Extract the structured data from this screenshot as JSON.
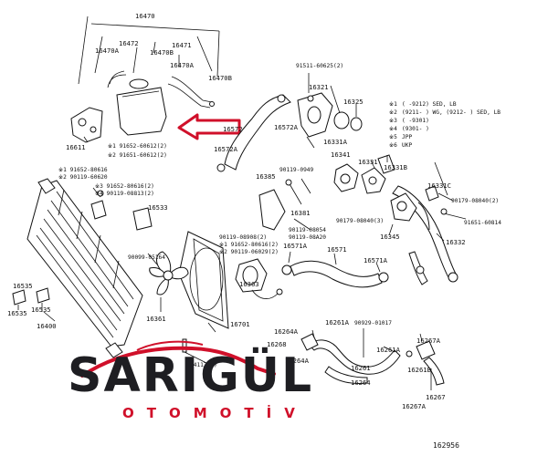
{
  "diagram": {
    "labels": {
      "l16470": "16470",
      "l16472": "16472",
      "l16471": "16471",
      "l16470A": "16470A",
      "l16470B": "16470B",
      "l16470A2": "16470A",
      "l16470B2": "16470B",
      "l16611": "16611",
      "l91652a": "91652-60612(2)",
      "l91651a": "91651-60612(2)",
      "l91511": "91511-60625(2)",
      "l16321": "16321",
      "l16325": "16325",
      "l16572": "16572",
      "l16572A": "16572A",
      "l16572A2": "16572A",
      "l16331A": "16331A",
      "l16331": "16331",
      "l16331B": "16331B",
      "l16341": "16341",
      "l90119_0949": "90119-0949",
      "l16385": "16385",
      "l91652b": "91652-80616",
      "l91901": "90119-60620",
      "l91652c": "91652-80616(2)",
      "l90119_0881": "90119-08813(2)",
      "l16533": "16533",
      "l16381": "16381",
      "l90119_0854": "90119-08054",
      "l90119_08A20": "90119-08A20",
      "l90179": "90179-08040(3)",
      "l16345": "16345",
      "l16331C": "16331C",
      "l90179b": "90179-08040(2)",
      "l91651_60814": "91651-60814",
      "l16332": "16332",
      "l90119_0890": "90119-08908(2)",
      "l91652d": "91652-80616(2)",
      "l90119_0629": "90119-06029(2)",
      "l16571A": "16571A",
      "l16571": "16571",
      "l16571A2": "16571A",
      "l90099": "90099-05164",
      "l16363": "16363",
      "l16535a": "16535",
      "l16535b": "16535",
      "l16400": "16400",
      "l16361": "16361",
      "l16701": "16701",
      "l16261A": "16261A",
      "l90929": "90929-01017",
      "l16264A": "16264A",
      "l16268": "16268",
      "l16264A2": "16264A",
      "l16261": "16261",
      "l16261A2": "16261A",
      "l16267A": "16267A",
      "l16261B": "16261B",
      "l16264": "16264",
      "l16267": "16267",
      "l16267A2": "16267A",
      "l04117": "04117(3)"
    },
    "legend": [
      {
        "mark": "※1",
        "text": "(   -9212) SED, LB"
      },
      {
        "mark": "※2",
        "text": "(9211-   ) WG, (9212-   ) SED, LB"
      },
      {
        "mark": "※3",
        "text": "(   -9301)"
      },
      {
        "mark": "※4",
        "text": "(9301-   )"
      },
      {
        "mark": "※5",
        "text": "JPP"
      },
      {
        "mark": "※6",
        "text": "UKP"
      }
    ],
    "marks": {
      "m1": "※1",
      "m2": "※2",
      "m3": "※3",
      "m4": "※4"
    },
    "figure_code": "162956"
  },
  "brand": {
    "name": "SARIGÜL",
    "tagline": "OTOMOTİV",
    "colors": {
      "dark": "#1e1e22",
      "red": "#d0102a"
    }
  },
  "arrow_color": "#d0102a"
}
